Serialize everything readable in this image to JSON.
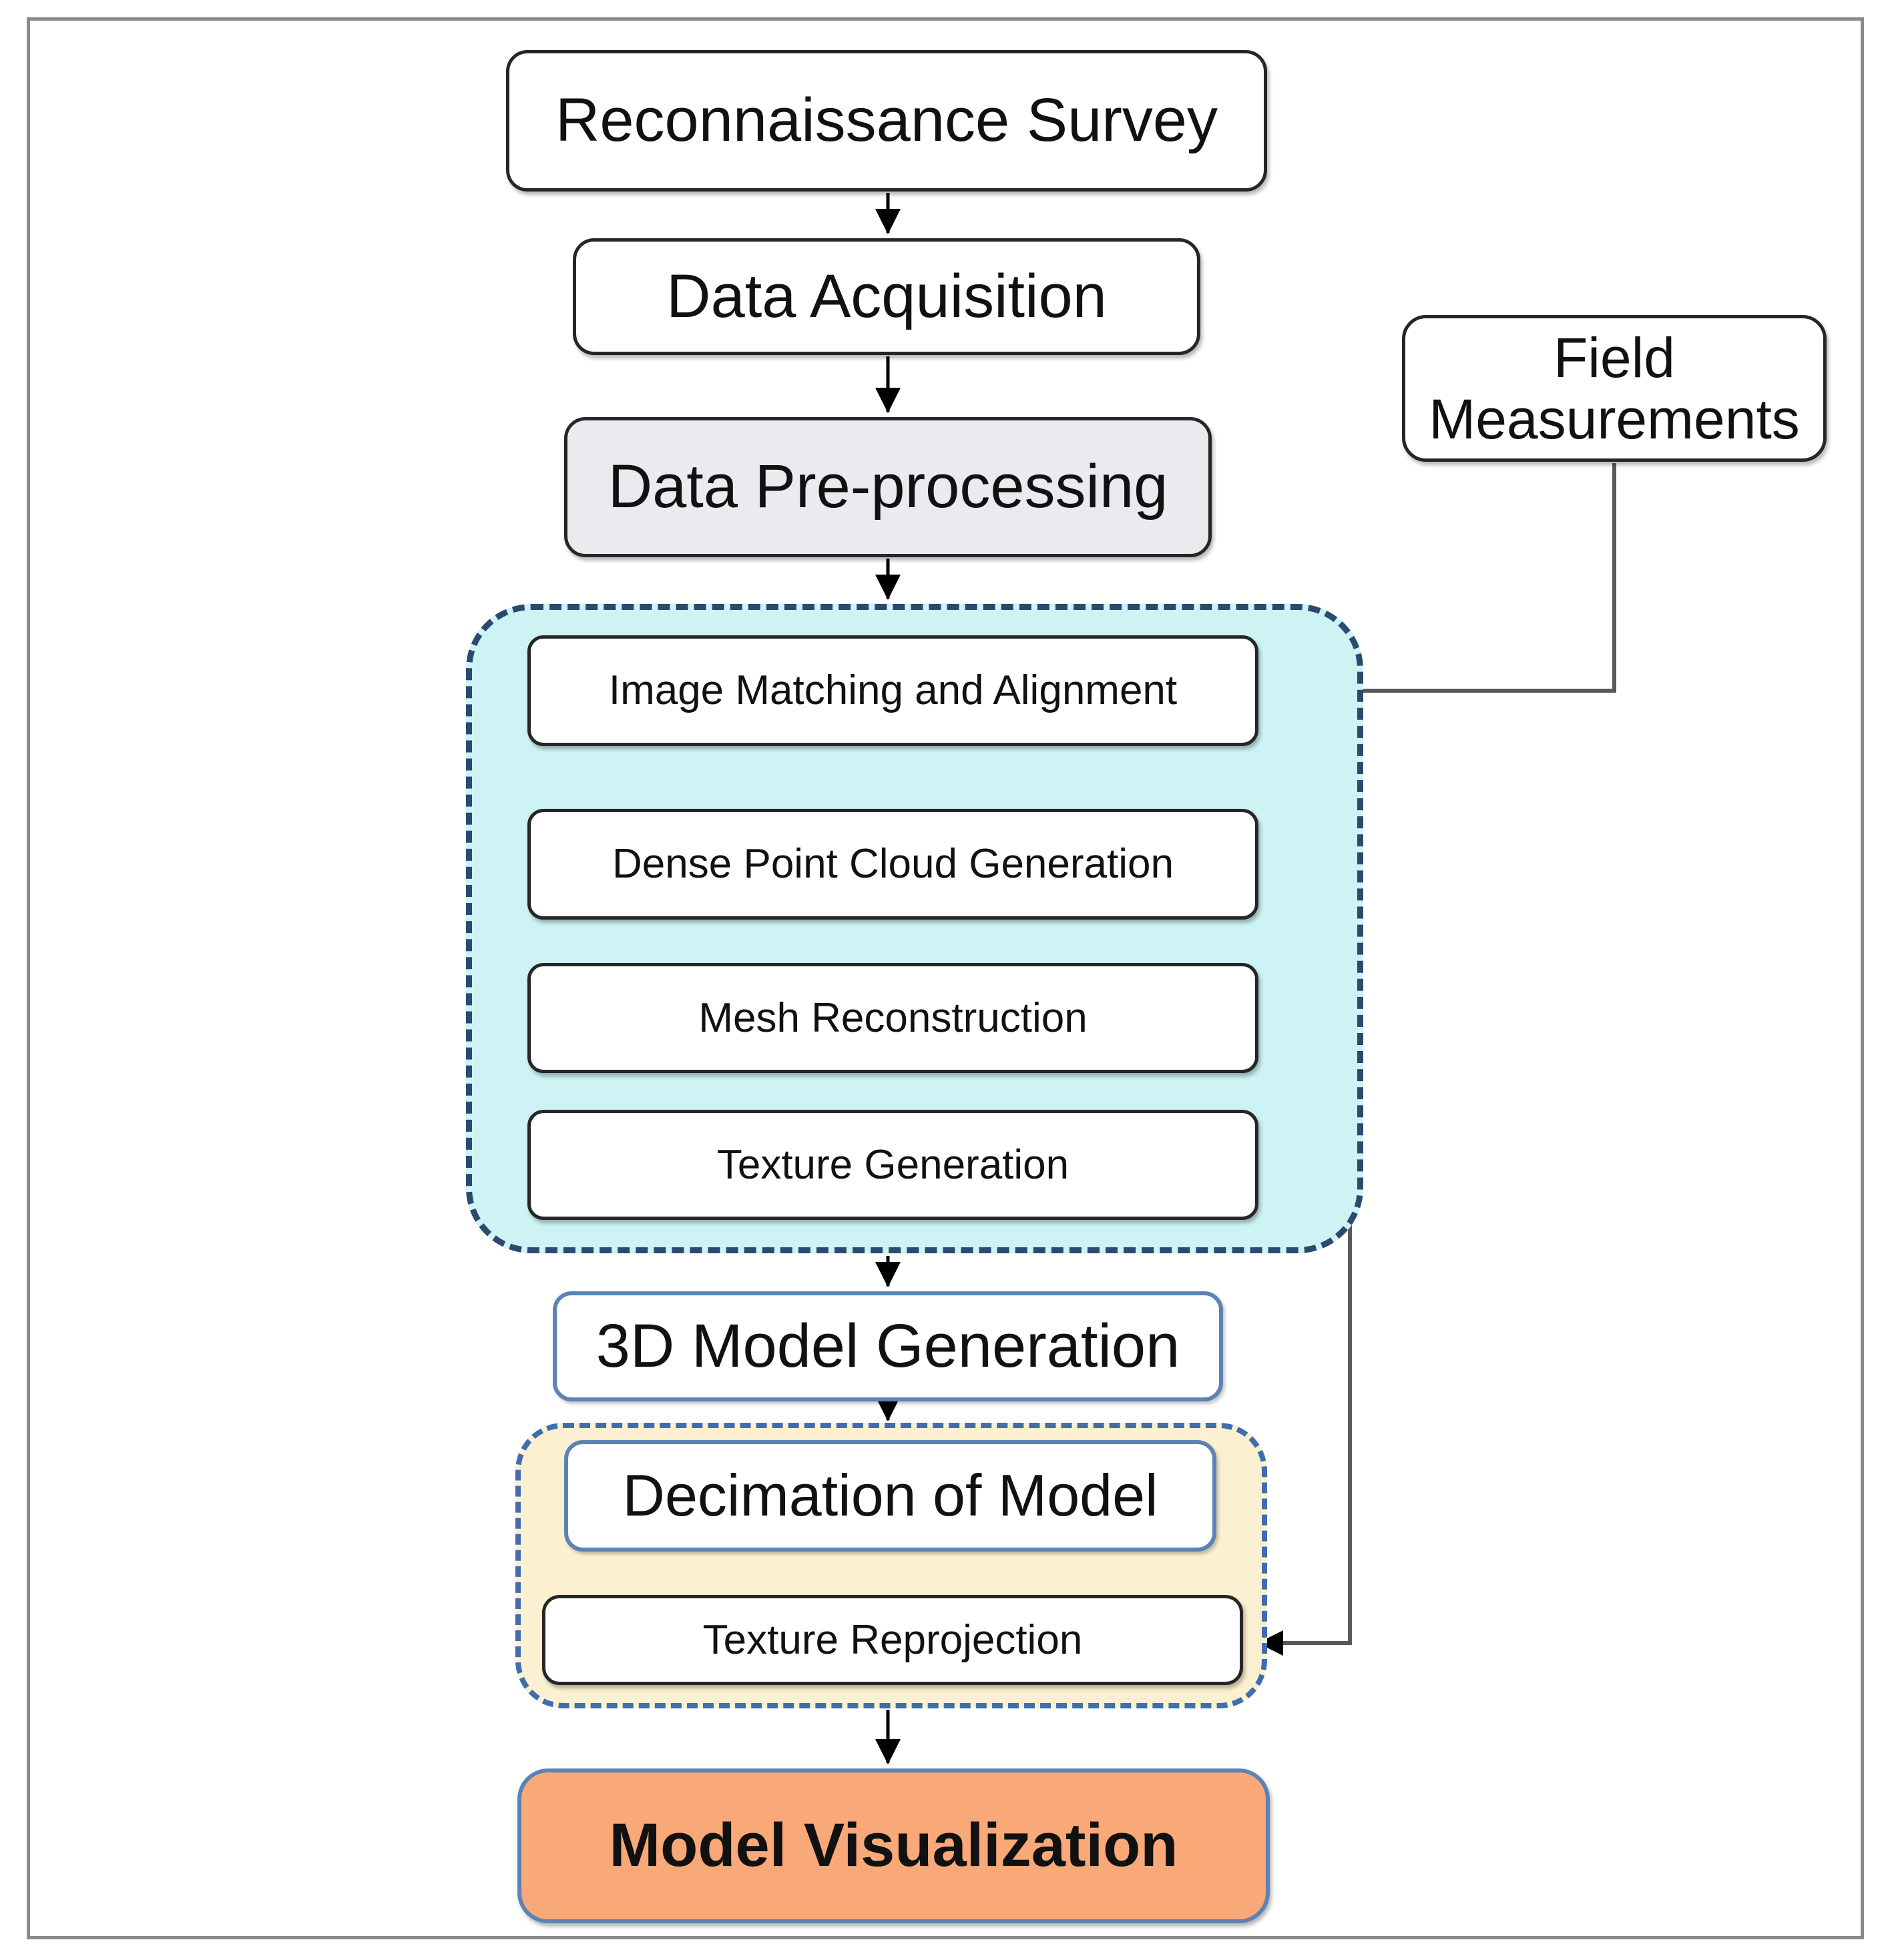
{
  "diagram": {
    "title": "Photogrammetry 3D model generation workflow",
    "nodes": {
      "reconnaissance_survey": {
        "label": "Reconnaissance Survey"
      },
      "data_acquisition": {
        "label": "Data Acquisition"
      },
      "data_preprocessing": {
        "label": "Data Pre-processing"
      },
      "image_matching": {
        "label": "Image Matching and Alignment"
      },
      "dense_point_cloud": {
        "label": "Dense Point Cloud Generation"
      },
      "mesh_reconstruction": {
        "label": "Mesh Reconstruction"
      },
      "texture_generation": {
        "label": "Texture Generation"
      },
      "model_3d": {
        "label": "3D Model Generation"
      },
      "decimation": {
        "label": "Decimation of Model"
      },
      "texture_reprojection": {
        "label": "Texture Reprojection"
      },
      "model_visualization": {
        "label": "Model Visualization"
      },
      "field_measurements": {
        "label": "Field Measurements"
      }
    },
    "groups": {
      "photogrammetry_group": {
        "members": [
          "image_matching",
          "dense_point_cloud",
          "mesh_reconstruction",
          "texture_generation"
        ],
        "style": "cyan dashed rounded container"
      },
      "decimation_group": {
        "members": [
          "decimation",
          "texture_reprojection"
        ],
        "style": "cream dashed rounded container"
      }
    },
    "edges": [
      {
        "from": "reconnaissance_survey",
        "to": "data_acquisition"
      },
      {
        "from": "data_acquisition",
        "to": "data_preprocessing"
      },
      {
        "from": "data_preprocessing",
        "to": "photogrammetry_group"
      },
      {
        "from": "image_matching",
        "to": "dense_point_cloud"
      },
      {
        "from": "dense_point_cloud",
        "to": "mesh_reconstruction"
      },
      {
        "from": "mesh_reconstruction",
        "to": "texture_generation"
      },
      {
        "from": "photogrammetry_group",
        "to": "model_3d"
      },
      {
        "from": "model_3d",
        "to": "decimation_group"
      },
      {
        "from": "decimation",
        "to": "texture_reprojection"
      },
      {
        "from": "decimation_group",
        "to": "model_visualization"
      },
      {
        "from": "field_measurements",
        "to": "image_matching"
      },
      {
        "from": "texture_generation",
        "to": "texture_reprojection",
        "bidirectional": true
      }
    ],
    "colors": {
      "process_box_fill": "#ffffff",
      "preprocessing_fill": "#e9ebee",
      "photogrammetry_group_fill": "#cdf3f5",
      "decimation_group_fill": "#fbf0cf",
      "group_border_navy": "#2b4a70",
      "group_border_blue": "#3e6eb0",
      "blue_box_border": "#5b83b5",
      "visualization_fill": "#f9a877",
      "box_border_dark": "#262626",
      "connector_gray": "#595959",
      "arrow_black": "#000000",
      "frame_gray": "#8a8a8a"
    }
  }
}
